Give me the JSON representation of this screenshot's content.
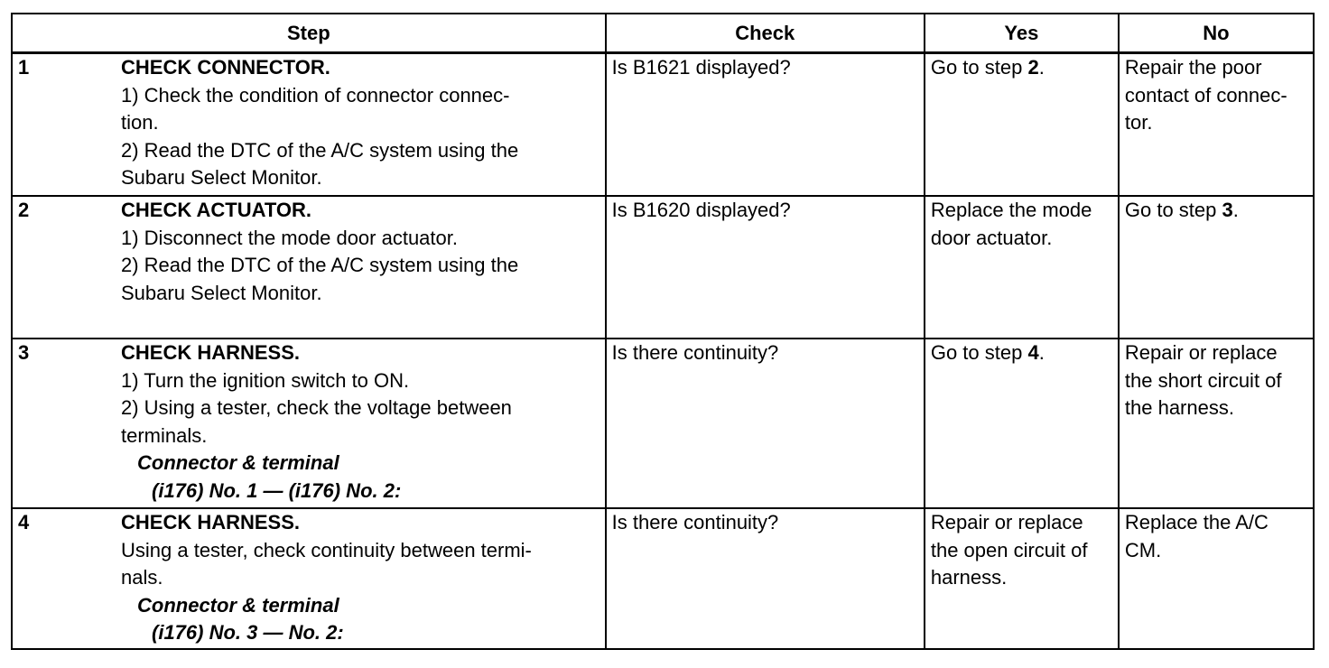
{
  "headers": {
    "step": "Step",
    "check": "Check",
    "yes": "Yes",
    "no": "No"
  },
  "rows": [
    {
      "num": "1",
      "title": "CHECK CONNECTOR.",
      "lines": [
        "1)   Check the condition of connector connec-",
        "tion.",
        "2)   Read the DTC of the A/C system using the",
        "Subaru Select Monitor."
      ],
      "check": "Is B1621 displayed?",
      "yes_text": "Go to step ",
      "yes_step": "2",
      "yes_end": ".",
      "no_lines": [
        "Repair the poor",
        "contact of connec-",
        "tor."
      ]
    },
    {
      "num": "2",
      "title": "CHECK ACTUATOR.",
      "lines": [
        "1)   Disconnect the mode door actuator.",
        "2)   Read the DTC of the A/C system using the",
        "Subaru Select Monitor."
      ],
      "check": "Is B1620 displayed?",
      "yes_lines": [
        "Replace the mode",
        "door actuator."
      ],
      "no_text": "Go to step ",
      "no_step": "3",
      "no_end": "."
    },
    {
      "num": "3",
      "title": "CHECK HARNESS.",
      "lines": [
        "1)   Turn the ignition switch to ON.",
        "2)   Using a tester, check the voltage between",
        "terminals."
      ],
      "conn_label": "Connector & terminal",
      "conn_value": "(i176) No. 1 — (i176) No. 2:",
      "check": "Is there continuity?",
      "yes_text": "Go to step ",
      "yes_step": "4",
      "yes_end": ".",
      "no_lines": [
        "Repair or replace",
        "the short circuit of",
        "the harness."
      ]
    },
    {
      "num": "4",
      "title": "CHECK HARNESS.",
      "lines": [
        "Using a tester, check continuity between termi-",
        "nals."
      ],
      "conn_label": "Connector & terminal",
      "conn_value": "(i176) No. 3 — No. 2:",
      "check": "Is there continuity?",
      "yes_lines": [
        "Repair or replace",
        "the open circuit of",
        "harness."
      ],
      "no_lines": [
        "Replace the A/C",
        "CM."
      ]
    }
  ]
}
